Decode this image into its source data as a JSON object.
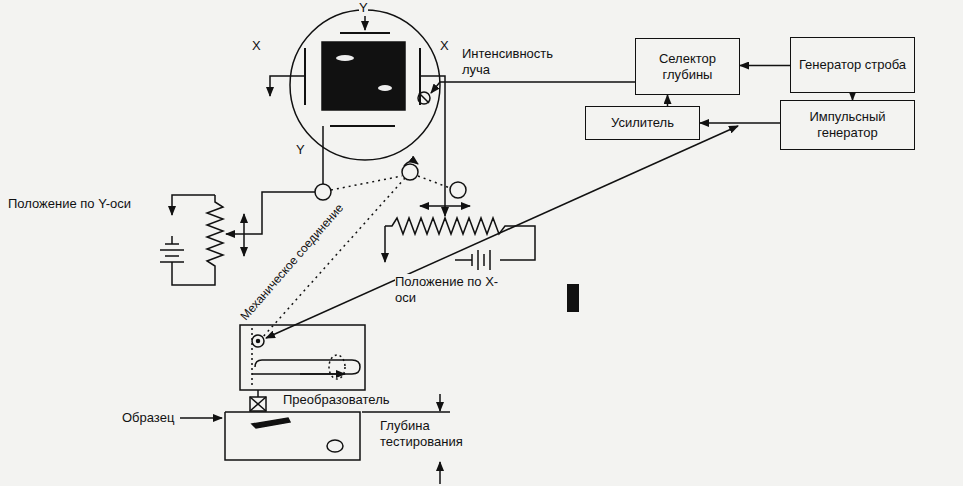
{
  "diagram": {
    "nodes": [
      {
        "text": [
          "Селектор глубины"
        ]
      },
      {
        "text": [
          "Генератор строба"
        ]
      },
      {
        "text": [
          "Усилитель"
        ]
      },
      {
        "text": [
          "Импульсный генератор"
        ]
      }
    ],
    "edges": [
      {
        "from": 1,
        "to": 0,
        "arrow": "to"
      },
      {
        "from": 1,
        "to": 3,
        "arrow": "to"
      },
      {
        "from": 3,
        "to": 2,
        "arrow": "to"
      },
      {
        "from": 2,
        "to": 0,
        "arrow": "to"
      }
    ],
    "labels": [
      "Y",
      "X",
      "X",
      "Интенсивность луча",
      "Y",
      "Положение по Y-оси",
      "Механическое соединение",
      "Положение по X-оси",
      "Преобразователь",
      "Образец",
      "Глубина тестирования"
    ]
  }
}
